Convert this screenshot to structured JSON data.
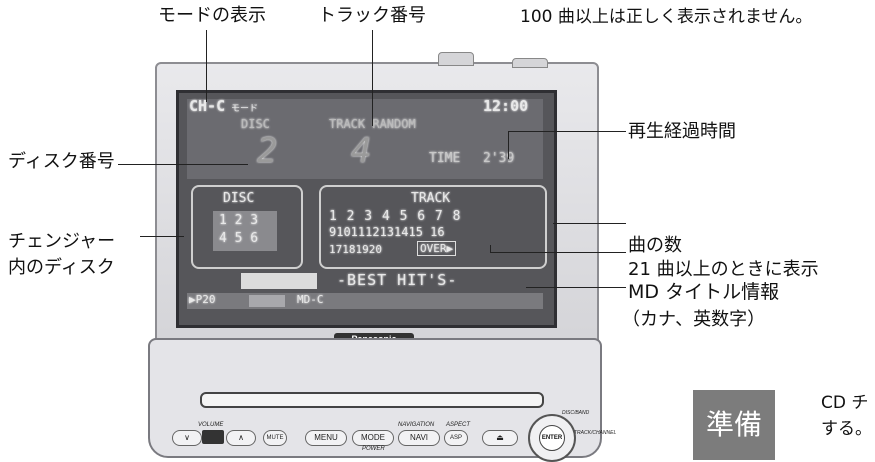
{
  "callouts": {
    "mode_display": "モードの表示",
    "track_number": "トラック番号",
    "notice_100": "100 曲以上は正しく表示されません。",
    "elapsed_time": "再生経過時間",
    "disc_number": "ディスク番号",
    "changer_disc_line1": "チェンジャー",
    "changer_disc_line2": "内のディスク",
    "song_count": "曲の数",
    "over_21": "21 曲以上のときに表示",
    "md_title_line1": "MD タイトル情報",
    "md_title_line2": "（カナ、英数字）"
  },
  "screen": {
    "mode": "CH-C",
    "mode_suffix": "モード",
    "clock": "12:00",
    "disc_header": "DISC",
    "track_random": "TRACK RANDOM",
    "disc_big": "2",
    "track_big": "4",
    "time_label": "TIME",
    "time_value": "2'39",
    "disc_box_title": "DISC",
    "disc_row1": "1 2 3",
    "disc_row2": "4 5 6",
    "track_box_title": "TRACK",
    "track_row1": "1 2 3 4 5 6 7 8",
    "track_row2": "9101112131415 16",
    "track_row3": "17181920",
    "over": "OVER▶",
    "title_text": "-BEST HIT'S-",
    "bottom_left": "▶P20",
    "bottom_mid": "MD-C"
  },
  "device": {
    "brand": "Panasonic",
    "volume_label": "VOLUME",
    "vol_down": "∨",
    "vol_up": "∧",
    "mute": "MUTE",
    "menu": "MENU",
    "mode": "MODE",
    "power": "POWER",
    "navigation_label": "NAVIGATION",
    "navi": "NAVI",
    "aspect_label": "ASPECT",
    "asp": "ASP",
    "eject": "⏏",
    "enter": "ENTER",
    "disc_band": "DISC/BAND",
    "track_channel": "TRACK/CHANNEL"
  },
  "side": {
    "badge": "準備",
    "text_line1": "CD チ",
    "text_line2": "する。"
  }
}
